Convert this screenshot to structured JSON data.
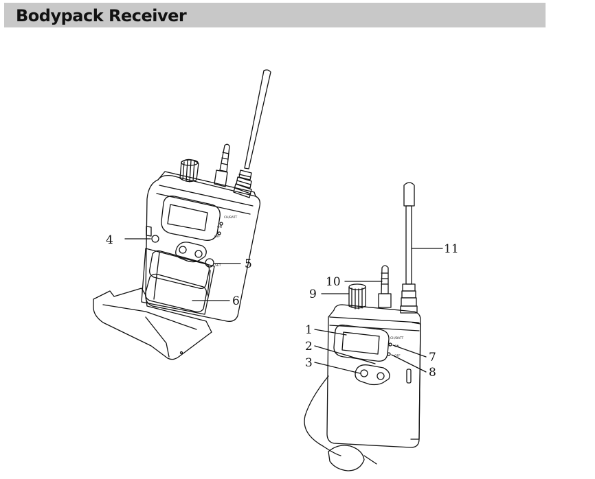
{
  "header": {
    "title": "Bodypack Receiver"
  },
  "left_device": {
    "labels": [
      "4",
      "5",
      "6"
    ],
    "panel_text": {
      "ch_batt": "CH/BATT",
      "on": "ON",
      "off": "OFF",
      "set": "SET"
    }
  },
  "right_device": {
    "labels": [
      "1",
      "2",
      "3",
      "7",
      "8",
      "9",
      "10",
      "11"
    ],
    "panel_text": {
      "ch_batt": "CH/BATT",
      "on": "ON",
      "off": "OFF"
    }
  },
  "colors": {
    "header_bg": "#c8c8c8",
    "line": "#111111"
  }
}
